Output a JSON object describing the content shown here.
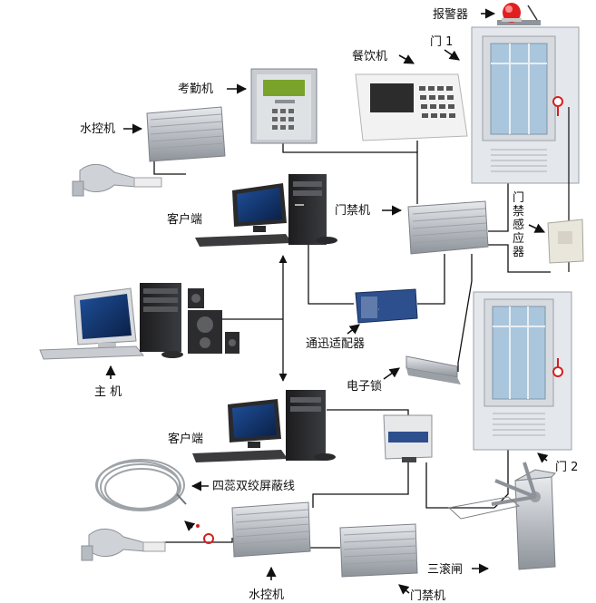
{
  "labels": {
    "alarm": "报警器",
    "door1": "门 1",
    "canteen": "餐饮机",
    "attendance": "考勤机",
    "water_ctrl_top": "水控机",
    "client_top": "客户端",
    "access_ctrl_top": "门禁机",
    "sensor_v": [
      "门",
      "禁",
      "感",
      "应",
      "器"
    ],
    "host": "主 机",
    "adapter": "通迅适配器",
    "elock": "电子锁",
    "client_bottom": "客户端",
    "cable": "四蕊双绞屏蔽线",
    "door2": "门 2",
    "turnstile": "三滚闸",
    "water_ctrl_bottom": "水控机",
    "access_ctrl_bottom": "门禁机"
  },
  "colors": {
    "device_silver": "#c9ccd0",
    "glass_blue": "#a9c6dc",
    "door_frame": "#e3e6ea",
    "adapter_blue": "#2d4f8e",
    "wire": "#111111",
    "sensor_red": "#d42020"
  }
}
